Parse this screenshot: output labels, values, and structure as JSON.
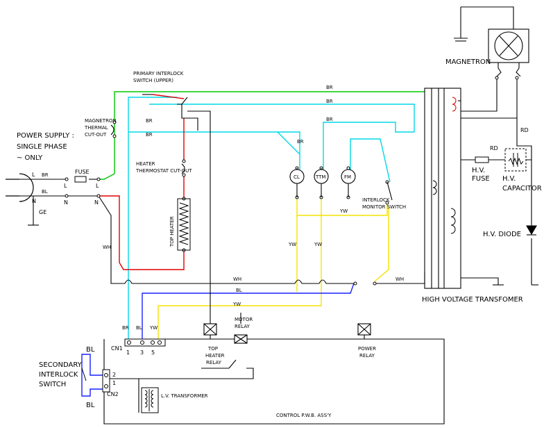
{
  "colors": {
    "green": "#00c800",
    "cyan": "#00d8e8",
    "red": "#e00000",
    "yellow": "#f4e400",
    "blue": "#1820ff",
    "black": "#000000"
  },
  "labels": {
    "power_supply": "POWER SUPPLY :",
    "single_phase": "SINGLE PHASE",
    "only": "~ ONLY",
    "primary_interlock_1": "PRIMARY INTERLOCK",
    "primary_interlock_2": "SWITCH (UPPER)",
    "magnetron_thermal_1": "MAGNETRON",
    "magnetron_thermal_2": "THERMAL",
    "magnetron_thermal_3": "CUT-OUT",
    "heater_thermostat_1": "HEATER",
    "heater_thermostat_2": "THERMOSTAT CUT-OUT",
    "top_heater": "TOP HEATER",
    "fuse": "FUSE",
    "magnetron": "MAGNETRON",
    "hv_fuse_1": "H.V.",
    "hv_fuse_2": "FUSE",
    "hv_capacitor_1": "H.V.",
    "hv_capacitor_2": "CAPACITOR",
    "hv_diode": "H.V. DIODE",
    "hv_transformer": "HIGH VOLTAGE TRANSFOMER",
    "interlock_monitor_1": "INTERLOCK",
    "interlock_monitor_2": "MONITOR SWITCH",
    "secondary_interlock_1": "SECONDARY",
    "secondary_interlock_2": "INTERLOCK",
    "secondary_interlock_3": "SWITCH",
    "cn1": "CN1",
    "cn2": "CN2",
    "top_heater_relay_1": "TOP",
    "top_heater_relay_2": "HEATER",
    "top_heater_relay_3": "RELAY",
    "motor_relay_1": "MOTOR",
    "motor_relay_2": "RELAY",
    "power_relay_1": "POWER",
    "power_relay_2": "RELAY",
    "lv_transformer": "L.V. TRANSFORMER",
    "control_pwb": "CONTROL P.W.B. ASS'Y",
    "cl": "CL",
    "ttm": "TTM",
    "fm": "FM",
    "ge": "GE",
    "terminal_L": "L",
    "terminal_N": "N",
    "pin_1": "1",
    "pin_2": "2",
    "pin_3": "3",
    "pin_5": "5"
  },
  "wire_labels": {
    "br": "BR",
    "bl": "BL",
    "wh": "WH",
    "yw": "YW",
    "rd": "RD"
  }
}
